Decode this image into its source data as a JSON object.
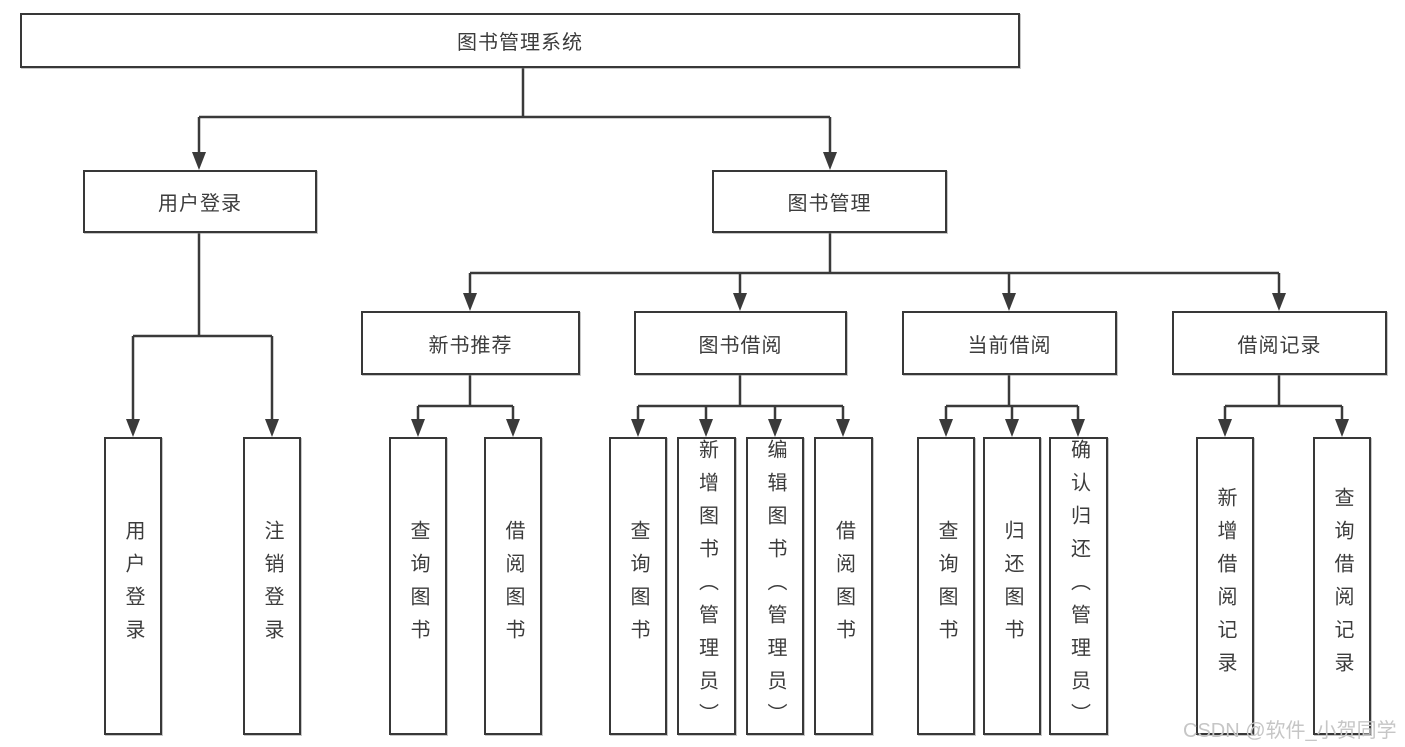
{
  "tree": {
    "label": "图书管理系统",
    "children": [
      {
        "label": "用户登录",
        "children": [
          {
            "label": "用户登录"
          },
          {
            "label": "注销登录"
          }
        ]
      },
      {
        "label": "图书管理",
        "children": [
          {
            "label": "新书推荐",
            "children": [
              {
                "label": "查询图书"
              },
              {
                "label": "借阅图书"
              }
            ]
          },
          {
            "label": "图书借阅",
            "children": [
              {
                "label": "查询图书"
              },
              {
                "label": "新增图书（管理员）"
              },
              {
                "label": "编辑图书（管理员）"
              },
              {
                "label": "借阅图书"
              }
            ]
          },
          {
            "label": "当前借阅",
            "children": [
              {
                "label": "查询图书"
              },
              {
                "label": "归还图书"
              },
              {
                "label": "确认归还（管理员）"
              }
            ]
          },
          {
            "label": "借阅记录",
            "children": [
              {
                "label": "新增借阅记录"
              },
              {
                "label": "查询借阅记录"
              }
            ]
          }
        ]
      }
    ]
  },
  "watermark": {
    "text": "CSDN @软件_小贺同学",
    "color": "#c6c6c6"
  },
  "colors": {
    "line": "#3a3a3a",
    "box_border": "#383838",
    "box_background": "#ffffff",
    "text": "#3c3c3c",
    "page_background": "#ffffff"
  }
}
